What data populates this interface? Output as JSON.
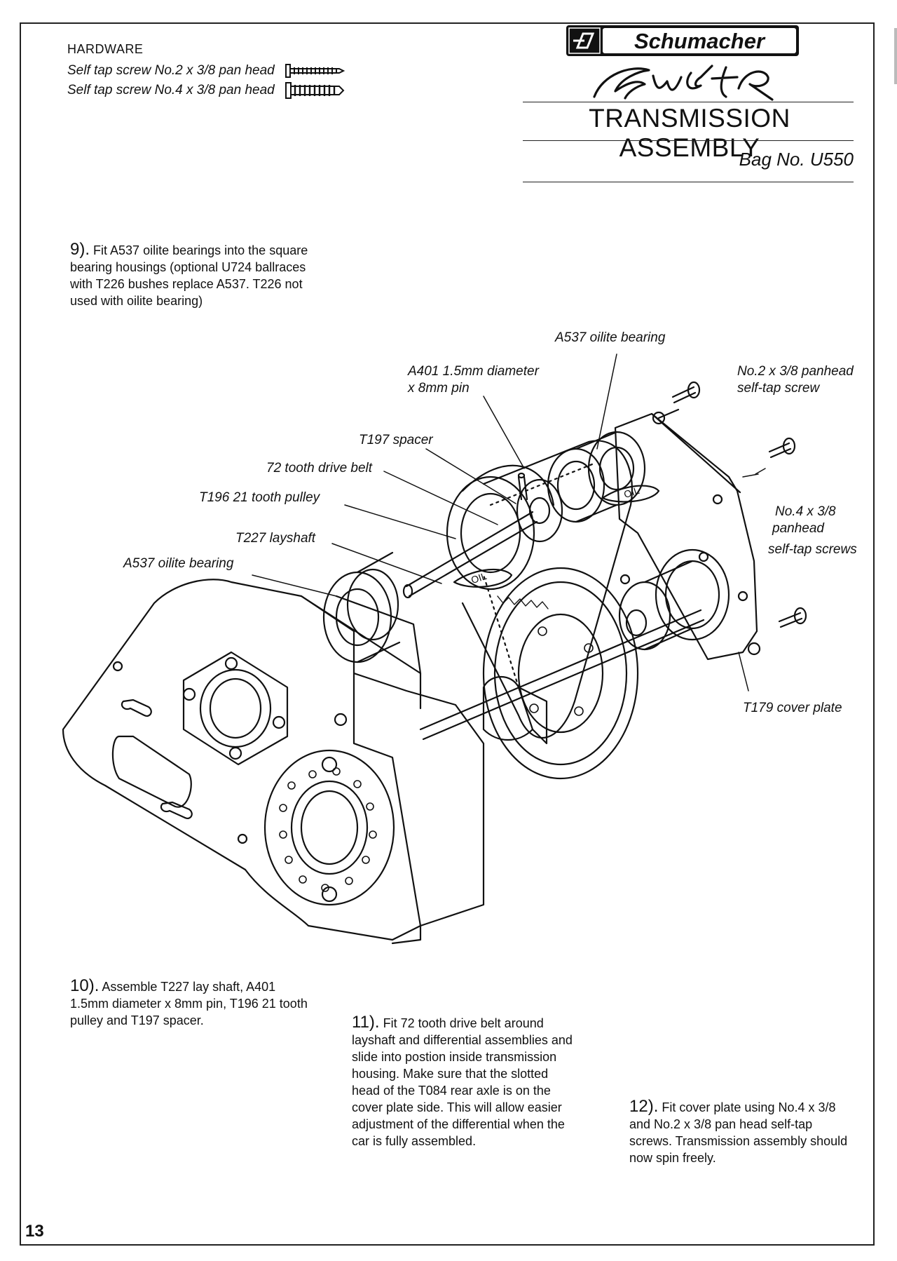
{
  "hardware": {
    "heading": "HARDWARE",
    "items": [
      "Self tap screw No.2 x 3/8 pan head",
      "Self tap screw No.4 x 3/8 pan head"
    ]
  },
  "brand": {
    "name": "Schumacher",
    "model_logo": "Cougar",
    "colors": {
      "ink": "#111111",
      "paper": "#ffffff"
    }
  },
  "header": {
    "title": "TRANSMISSION ASSEMBLY",
    "bag": "Bag No. U550"
  },
  "steps": [
    {
      "num": "9).",
      "text": "Fit A537 oilite bearings into the square bearing housings (optional U724 ballraces with T226 bushes replace A537. T226 not used with oilite bearing)"
    },
    {
      "num": "10).",
      "text": "Assemble T227 lay shaft, A401 1.5mm diameter x 8mm pin, T196 21 tooth pulley and T197 spacer."
    },
    {
      "num": "11).",
      "text": "Fit 72 tooth drive belt around layshaft and differential assemblies and slide into postion inside transmission housing. Make sure that the slotted head of the T084 rear axle is on the cover plate side. This will allow easier adjustment of the differential when the car is fully assembled."
    },
    {
      "num": "12).",
      "text": "Fit cover plate using No.4 x 3/8 and No.2 x 3/8 pan head self-tap screws. Transmission assembly should now spin freely."
    }
  ],
  "diagram_labels": {
    "a537_top": "A537 oilite bearing",
    "a401_line1": "A401 1.5mm diameter",
    "a401_line2": "x 8mm pin",
    "no2_line1": "No.2 x 3/8 panhead",
    "no2_line2": "self-tap screw",
    "t197": "T197 spacer",
    "belt": "72 tooth drive belt",
    "t196": "T196 21 tooth pulley",
    "no4_line1": "No.4 x 3/8",
    "no4_line2": "panhead",
    "no4_line3": "self-tap screws",
    "t227": "T227 layshaft",
    "a537_left": "A537 oilite bearing",
    "t179": "T179 cover plate",
    "oil_1": "OIL",
    "oil_2": "OIL"
  },
  "page": {
    "number": "13"
  }
}
